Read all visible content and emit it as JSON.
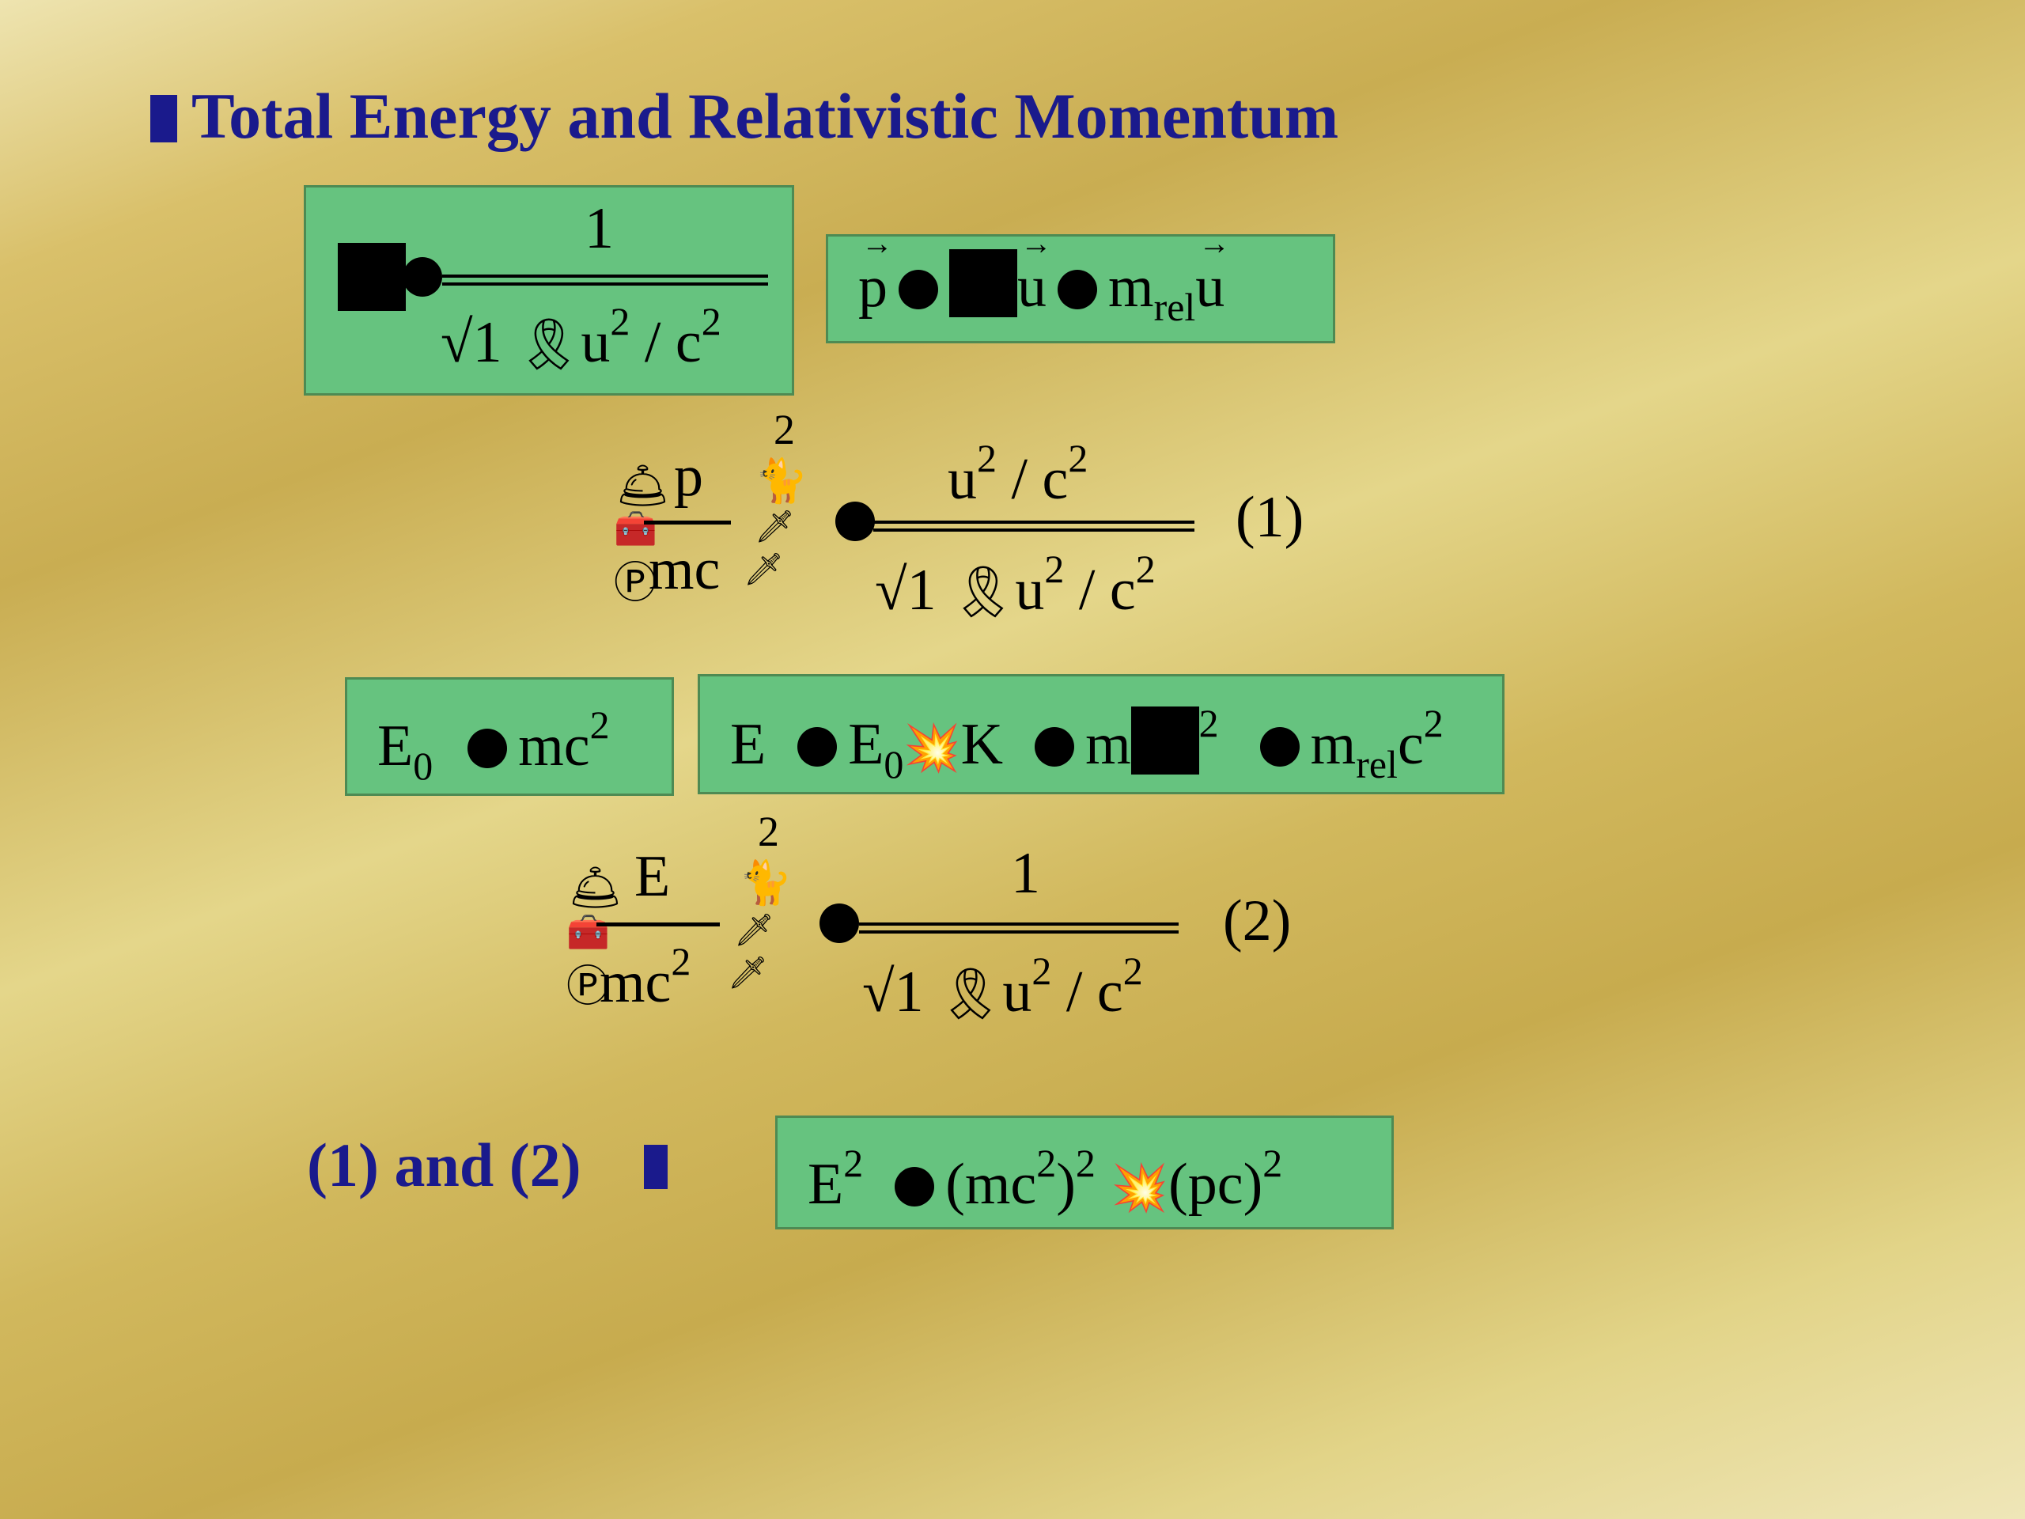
{
  "slide": {
    "title": "Total Energy and Relativistic Momentum",
    "footer_label": "(1) and (2)"
  },
  "gamma_box": {
    "numerator": "1",
    "sqrt": "√",
    "denom_one": "1",
    "denom_u": "u",
    "denom_exp1": "2",
    "denom_slash": "/ c",
    "denom_exp2": "2"
  },
  "momentum_box": {
    "p": "p",
    "p_arrow": "→",
    "u1": "u",
    "u1_arrow": "→",
    "m": "m",
    "m_sub": "rel",
    "u2": "u",
    "u2_arrow": "→"
  },
  "eq1": {
    "lhs_num": "p",
    "lhs_den": "mc",
    "outer_exp": "2",
    "rhs_num": "u",
    "rhs_num_exp1": "2",
    "rhs_num_slash": "/ c",
    "rhs_num_exp2": "2",
    "sqrt": "√",
    "den_one": "1",
    "den_u": "u",
    "den_exp1": "2",
    "den_slash": "/ c",
    "den_exp2": "2",
    "label": "(1)"
  },
  "rest_energy_box": {
    "E": "E",
    "E_sub": "0",
    "mc": "mc",
    "exp": "2"
  },
  "total_energy_box": {
    "E": "E",
    "E0": "E",
    "E0_sub": "0",
    "K": "K",
    "m": "m",
    "exp": "2",
    "mrel": "m",
    "mrel_sub": "rel",
    "c": "c",
    "c_exp": "2"
  },
  "eq2": {
    "lhs_num": "E",
    "lhs_den": "mc",
    "lhs_den_exp": "2",
    "outer_exp": "2",
    "rhs_num": "1",
    "sqrt": "√",
    "den_one": "1",
    "den_u": "u",
    "den_exp1": "2",
    "den_slash": "/ c",
    "den_exp2": "2",
    "label": "(2)"
  },
  "result_box": {
    "E": "E",
    "E_exp": "2",
    "mc": "(mc",
    "mc_exp": "2",
    "close": ")",
    "close_exp": "2",
    "pc": "(pc)",
    "pc_exp": "2"
  },
  "colors": {
    "title": "#1a1a8c",
    "box_fill": "#66c37f",
    "box_border": "#4e8a53"
  }
}
